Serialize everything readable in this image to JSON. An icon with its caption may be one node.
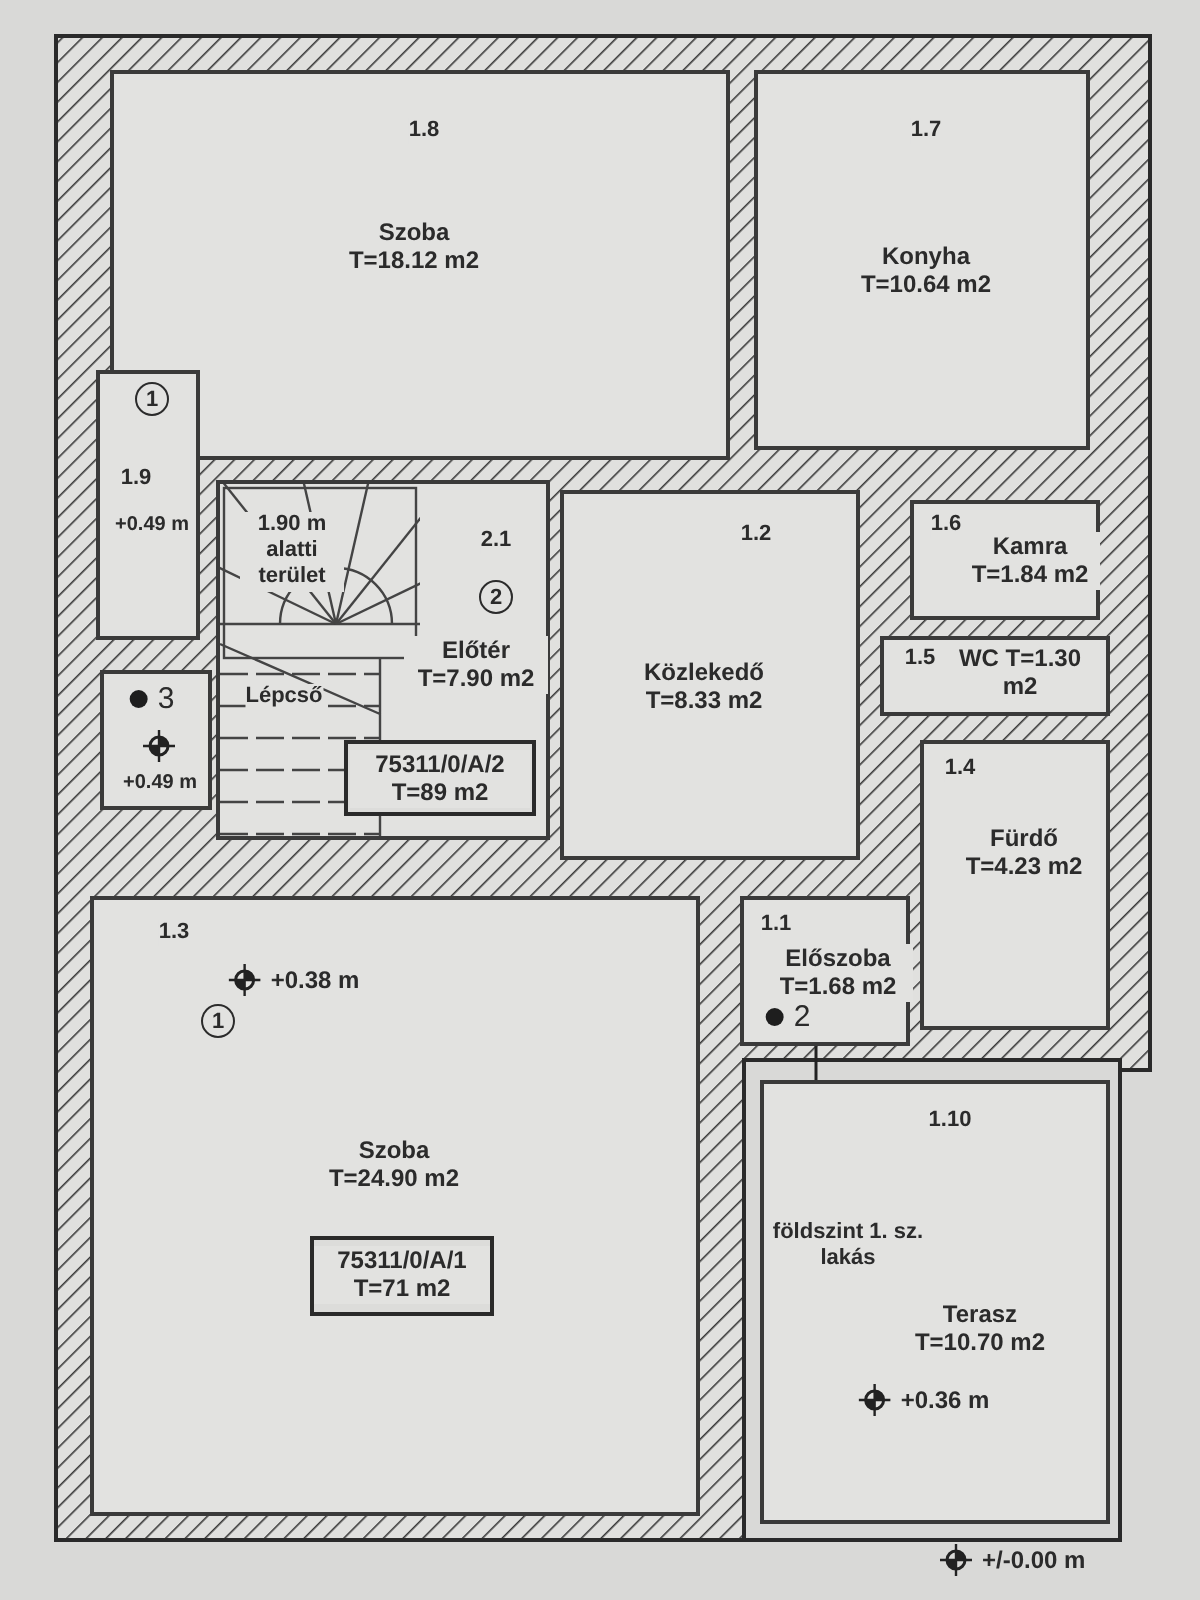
{
  "diagram": {
    "nodes": [
      {
        "text": [
          "1.8",
          "Szoba T=18.12 m2"
        ]
      },
      {
        "text": [
          "1.7",
          "Konyha T=10.64 m2"
        ]
      },
      {
        "text": [
          "1",
          "1.9",
          "+0.49 m"
        ]
      },
      {
        "text": [
          "1.90 m alatti terület",
          "2.1",
          "2",
          "Lépcső",
          "Előtér T=7.90 m2"
        ]
      },
      {
        "text": [
          "75311/0/A/2 T=89 m2"
        ],
        "in": 3
      },
      {
        "text": [
          "1.2",
          "Közlekedő T=8.33 m2"
        ]
      },
      {
        "text": [
          "1.6",
          "Kamra T=1.84 m2"
        ]
      },
      {
        "text": [
          "1.5",
          "WC T=1.30 m2"
        ]
      },
      {
        "text": [
          "1.4",
          "Fürdő T=4.23 m2"
        ]
      },
      {
        "text": [
          "3",
          "+0.49 m"
        ]
      },
      {
        "text": [
          "1.3",
          "+0.38 m",
          "1",
          "Szoba T=24.90 m2"
        ]
      },
      {
        "text": [
          "75311/0/A/1 T=71 m2"
        ],
        "in": 10
      },
      {
        "text": [
          "1.1",
          "Előszoba T=1.68 m2",
          "2"
        ]
      },
      {
        "text": [
          "1.10",
          "földszint 1. sz. lakás",
          "Terasz T=10.70 m2",
          "+0.36 m"
        ]
      }
    ],
    "labels": [
      "+/-0.00 m"
    ]
  }
}
